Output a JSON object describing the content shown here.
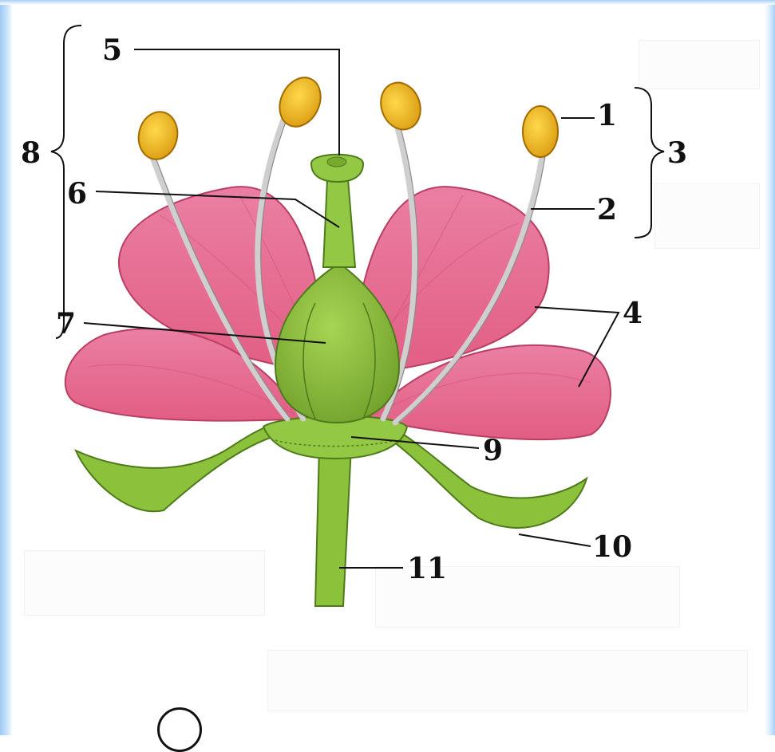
{
  "diagram": {
    "labels": {
      "l1": "1",
      "l2": "2",
      "l3": "3",
      "l4": "4",
      "l5": "5",
      "l6": "6",
      "l7": "7",
      "l8": "8",
      "l9": "9",
      "l10": "10",
      "l11": "11"
    }
  },
  "colors": {
    "petal": "#e8719a",
    "petal_dark": "#d94d6e",
    "green": "#8fc23f",
    "green_dark": "#5f8f22",
    "anther": "#f2c22a",
    "filament": "#d6d6d6"
  }
}
